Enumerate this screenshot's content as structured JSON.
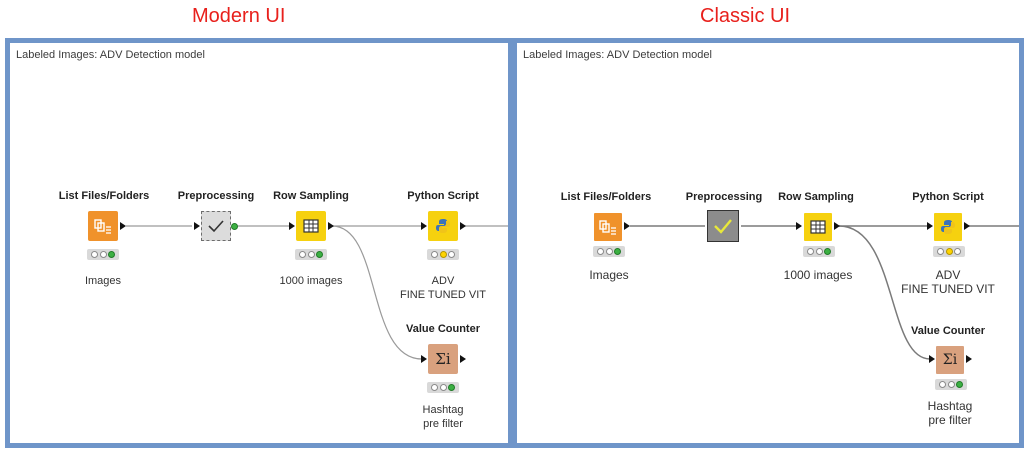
{
  "headings": {
    "modern": "Modern UI",
    "classic": "Classic UI"
  },
  "panels": [
    {
      "id": "modern",
      "title": "Labeled Images: ADV Detection model",
      "nodes": [
        {
          "key": "list_files",
          "label": "List Files/Folders",
          "annotation_lines": [
            "Images"
          ],
          "icon": "folder-list-icon",
          "color": "#f0922b",
          "lights": [
            "off",
            "off",
            "green"
          ]
        },
        {
          "key": "preprocessing",
          "label": "Preprocessing",
          "annotation_lines": [],
          "icon": "checkmark-icon",
          "color": "#d9d9d9",
          "lights": []
        },
        {
          "key": "row_sampling",
          "label": "Row Sampling",
          "annotation_lines": [
            "1000 images"
          ],
          "icon": "table-grid-icon",
          "color": "#f6d10f",
          "lights": [
            "off",
            "off",
            "green"
          ]
        },
        {
          "key": "python_script",
          "label": "Python Script",
          "annotation_lines": [
            "ADV",
            "FINE TUNED VIT"
          ],
          "icon": "python-icon",
          "color": "#f6d10f",
          "lights": [
            "off",
            "yellow",
            "off"
          ]
        },
        {
          "key": "value_counter",
          "label": "Value Counter",
          "annotation_lines": [
            "Hashtag",
            "pre filter"
          ],
          "icon": "sigma-icon",
          "color": "#d9a17e",
          "lights": [
            "off",
            "off",
            "green"
          ]
        }
      ]
    },
    {
      "id": "classic",
      "title": "Labeled Images: ADV Detection model",
      "nodes": [
        {
          "key": "list_files",
          "label": "List Files/Folders",
          "annotation_lines": [
            "Images"
          ],
          "icon": "folder-list-icon",
          "color": "#f0922b",
          "lights": [
            "off",
            "off",
            "green"
          ]
        },
        {
          "key": "preprocessing",
          "label": "Preprocessing",
          "annotation_lines": [],
          "icon": "checkmark-icon",
          "color": "#8c8c8c",
          "lights": []
        },
        {
          "key": "row_sampling",
          "label": "Row Sampling",
          "annotation_lines": [
            "1000 images"
          ],
          "icon": "table-grid-icon",
          "color": "#f6d10f",
          "lights": [
            "off",
            "off",
            "green"
          ]
        },
        {
          "key": "python_script",
          "label": "Python Script",
          "annotation_lines": [
            "ADV",
            "FINE TUNED VIT"
          ],
          "icon": "python-icon",
          "color": "#f6d10f",
          "lights": [
            "off",
            "yellow",
            "off"
          ]
        },
        {
          "key": "value_counter",
          "label": "Value Counter",
          "annotation_lines": [
            "Hashtag",
            "pre filter"
          ],
          "icon": "sigma-icon",
          "color": "#d9a17e",
          "lights": [
            "off",
            "off",
            "green"
          ]
        }
      ]
    }
  ]
}
